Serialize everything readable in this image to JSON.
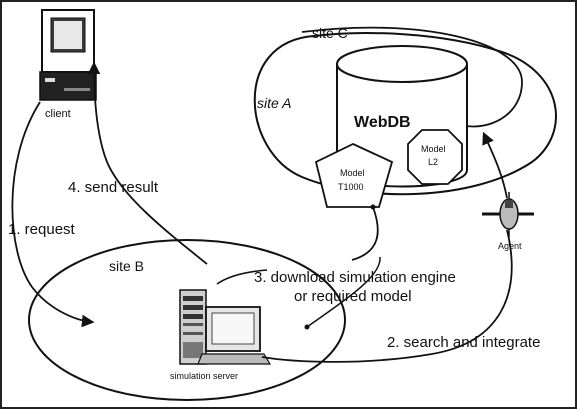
{
  "labels": {
    "client": "client",
    "site_a": "site A",
    "site_b": "site B",
    "site_c": "site C",
    "webdb": "WebDB",
    "model1_line1": "Model",
    "model1_line2": "T1000",
    "model2_line1": "Model",
    "model2_line2": "L2",
    "agent": "Agent",
    "simulation_server": "simulation server",
    "step1": "1. request",
    "step2": "2. search and integrate",
    "step3_line1": "3. download simulation engine",
    "step3_line2": "or required model",
    "step4": "4. send result"
  },
  "colors": {
    "ink": "#111111",
    "background": "#ffffff",
    "screen_dark": "#2a2a2a",
    "monitor_gray": "#cfcfcf"
  },
  "icons": {
    "client": "desktop-computer-icon",
    "database": "database-cylinder-icon",
    "agent": "satellite-agent-icon",
    "server": "server-tower-icon"
  }
}
